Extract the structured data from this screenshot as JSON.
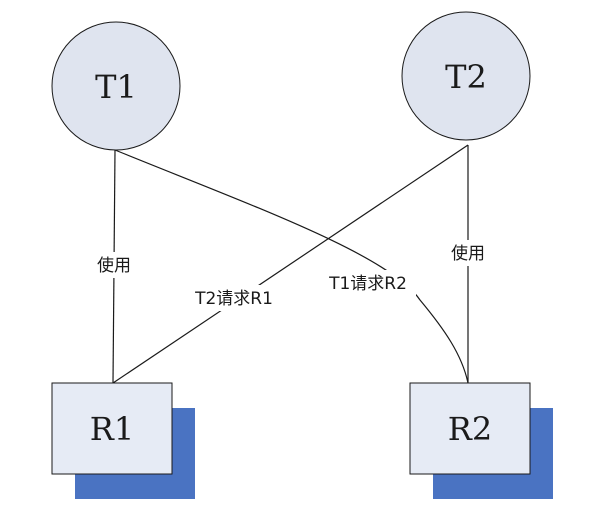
{
  "nodes": {
    "t1": {
      "label": "T1"
    },
    "t2": {
      "label": "T2"
    },
    "r1": {
      "label": "R1"
    },
    "r2": {
      "label": "R2"
    }
  },
  "edges": {
    "t1_uses_r1": {
      "label": "使用"
    },
    "t2_uses_r2": {
      "label": "使用"
    },
    "t2_requests_r1": {
      "label": "T2请求R1"
    },
    "t1_requests_r2": {
      "label": "T1请求R2"
    }
  },
  "colors": {
    "process_fill": "#dfe4ef",
    "resource_fill": "#e6ebf5",
    "resource_shadow": "#4a73c2",
    "line": "#1a1a1a"
  }
}
